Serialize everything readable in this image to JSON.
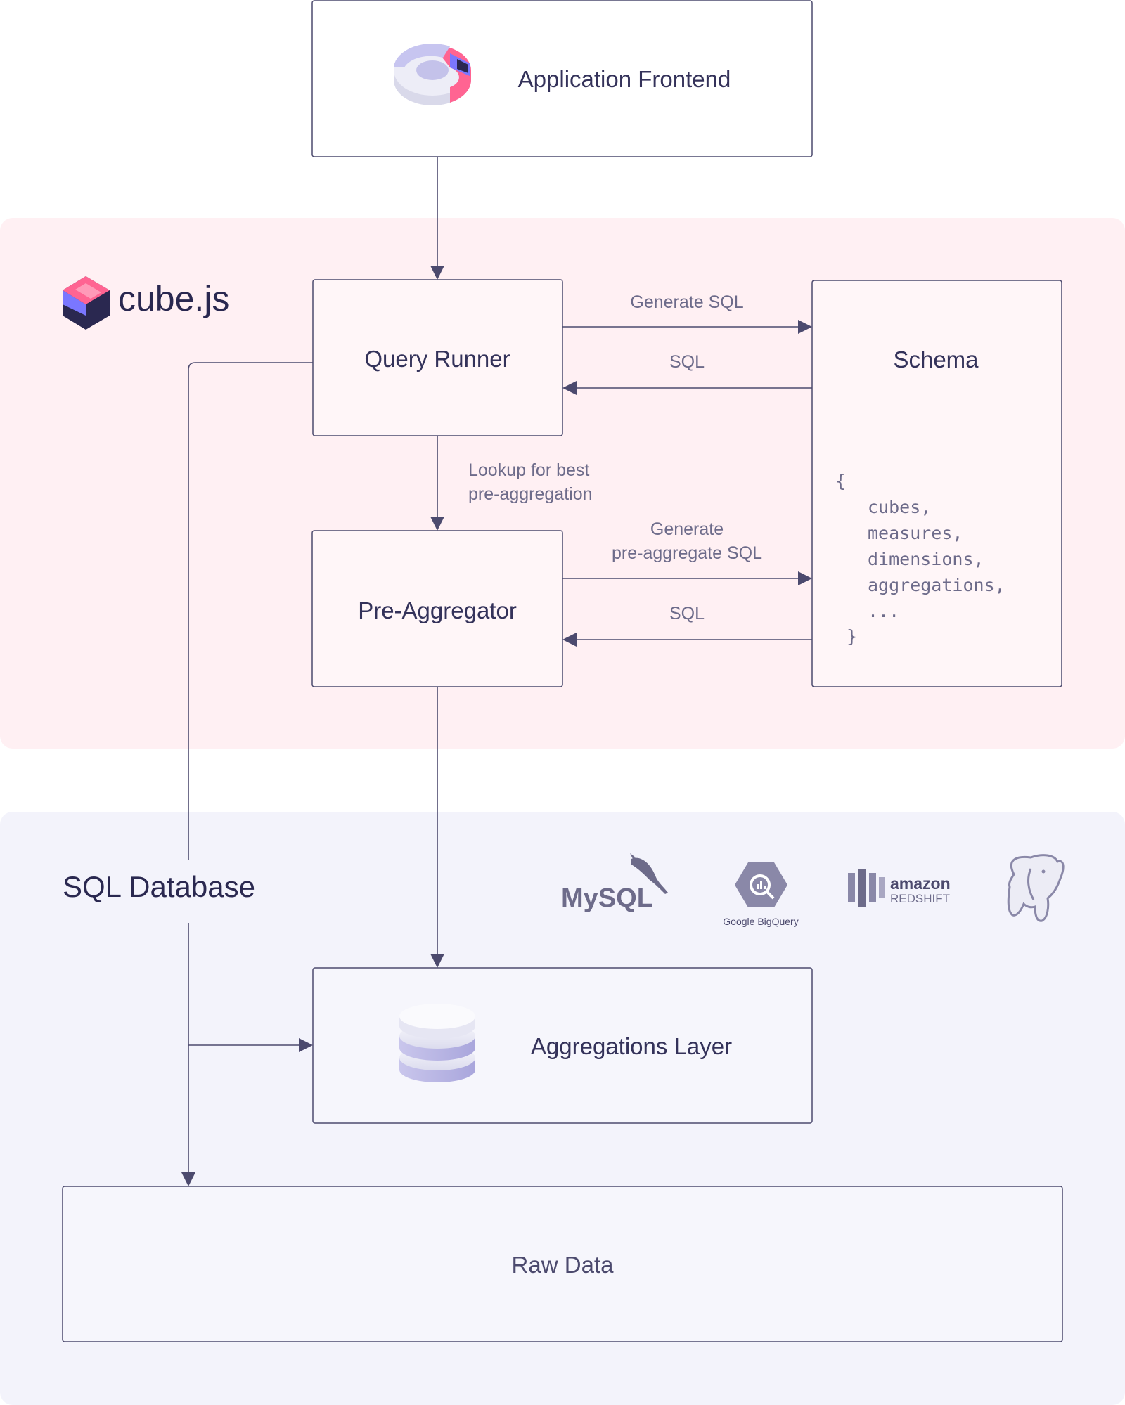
{
  "colors": {
    "cube_panel": "#fff0f3",
    "db_panel": "#f3f3fb",
    "box_stroke": "#4c4a6e",
    "text_dark": "#34325a",
    "text_muted": "#6d6b8a",
    "accent_pink": "#ff6492",
    "accent_purple": "#7a77ff",
    "logo_dark": "#2a2850"
  },
  "nodes": {
    "frontend": "Application Frontend",
    "query_runner": "Query Runner",
    "schema": "Schema",
    "pre_aggregator": "Pre-Aggregator",
    "aggregations_layer": "Aggregations Layer",
    "raw_data": "Raw Data"
  },
  "sections": {
    "cube_logo_text": "cube.js",
    "sql_database": "SQL Database"
  },
  "edges": {
    "generate_sql": "Generate SQL",
    "sql_return_1": "SQL",
    "lookup_line1": "Lookup for best",
    "lookup_line2": "pre-aggregation",
    "generate_preagg_line1": "Generate",
    "generate_preagg_line2": "pre-aggregate SQL",
    "sql_return_2": "SQL"
  },
  "schema_code": {
    "open": "{",
    "items": [
      "cubes,",
      "measures,",
      "dimensions,",
      "aggregations,",
      "..."
    ],
    "close": "}"
  },
  "databases": {
    "mysql": "MySQL",
    "bigquery": "Google BigQuery",
    "redshift_line1": "amazon",
    "redshift_line2": "REDSHIFT",
    "postgres_icon": "postgresql-elephant-icon"
  }
}
